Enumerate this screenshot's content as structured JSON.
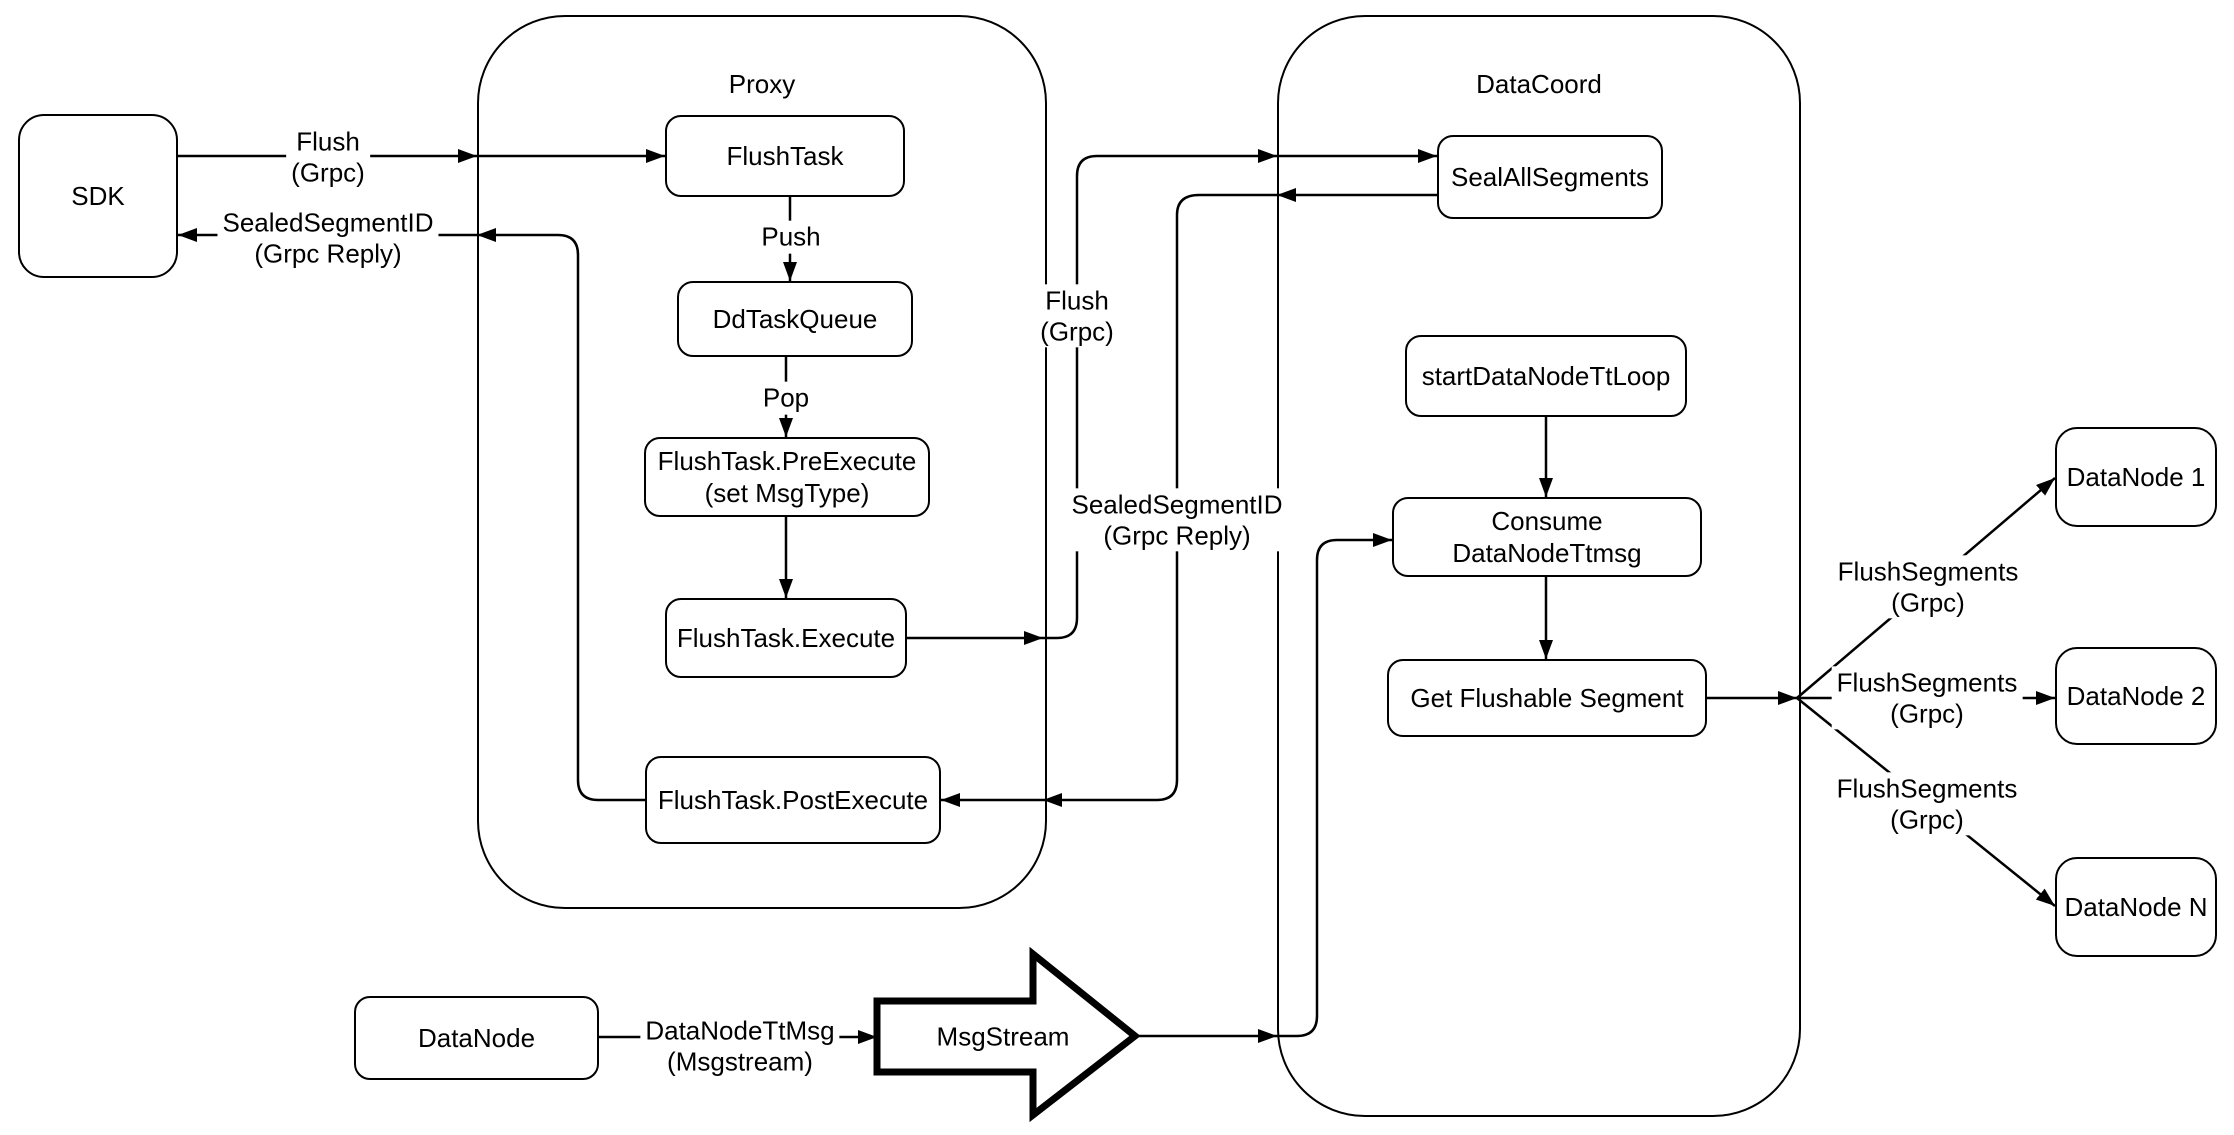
{
  "colors": {
    "stroke": "#000000",
    "background": "#ffffff",
    "text": "#000000"
  },
  "containers": {
    "proxy": {
      "title": "Proxy"
    },
    "datacoord": {
      "title": "DataCoord"
    }
  },
  "nodes": {
    "sdk": {
      "label": "SDK"
    },
    "flush_task": {
      "label": "FlushTask"
    },
    "dd_task_queue": {
      "label": "DdTaskQueue"
    },
    "flush_task_pre_execute": {
      "label": "FlushTask.PreExecute",
      "sublabel": "(set MsgType)"
    },
    "flush_task_execute": {
      "label": "FlushTask.Execute"
    },
    "flush_task_post_execute": {
      "label": "FlushTask.PostExecute"
    },
    "seal_all_segments": {
      "label": "SealAllSegments"
    },
    "start_data_node_tt_loop": {
      "label": "startDataNodeTtLoop"
    },
    "consume_data_node_ttmsg": {
      "label": "Consume DataNodeTtmsg"
    },
    "get_flushable_segment": {
      "label": "Get Flushable Segment"
    },
    "data_node_1": {
      "label": "DataNode 1"
    },
    "data_node_2": {
      "label": "DataNode 2"
    },
    "data_node_n": {
      "label": "DataNode N"
    },
    "data_node_source": {
      "label": "DataNode"
    },
    "msg_stream": {
      "label": "MsgStream"
    }
  },
  "edge_labels": {
    "flush_sdk_proxy": {
      "line1": "Flush",
      "line2": "(Grpc)"
    },
    "sealed_segment_id_sdk": {
      "line1": "SealedSegmentID",
      "line2": "(Grpc Reply)"
    },
    "push": {
      "text": "Push"
    },
    "pop": {
      "text": "Pop"
    },
    "flush_proxy_datacoord": {
      "line1": "Flush",
      "line2": "(Grpc)"
    },
    "sealed_segment_id_datacoord": {
      "line1": "SealedSegmentID",
      "line2": "(Grpc Reply)"
    },
    "flush_segments_1": {
      "line1": "FlushSegments",
      "line2": "(Grpc)"
    },
    "flush_segments_2": {
      "line1": "FlushSegments",
      "line2": "(Grpc)"
    },
    "flush_segments_3": {
      "line1": "FlushSegments",
      "line2": "(Grpc)"
    },
    "data_node_tt_msg": {
      "line1": "DataNodeTtMsg",
      "line2": "(Msgstream)"
    }
  }
}
